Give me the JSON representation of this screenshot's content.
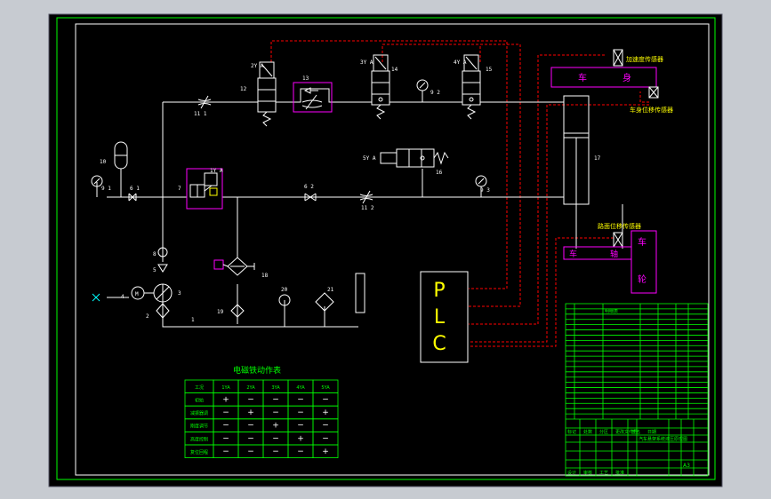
{
  "drawing": {
    "colors": {
      "background": "#000000",
      "frame": "#00ff00",
      "line": "#ffffff",
      "plc": "#ffff00",
      "signal": "#ff0000",
      "sensor_box": "#ff00ff",
      "table_grid": "#00ff00",
      "label_green": "#00ff00",
      "label_yellow": "#ffff00"
    },
    "plc": {
      "letters": [
        "P",
        "L",
        "C"
      ]
    },
    "valve_labels": {
      "v12": "12",
      "v13": "13",
      "v14": "14",
      "v15": "15",
      "v16": "16",
      "v17": "17",
      "v10": "10",
      "v9_1": "9 1",
      "v9_2": "9 2",
      "v9_3": "9 3",
      "v6_1": "6 1",
      "v6_2": "6 2",
      "v11_1": "11 1",
      "v11_2": "11 2",
      "v7": "7",
      "v8": "8",
      "v5": "5",
      "v4": "4",
      "v3": "3",
      "v2": "2",
      "v1": "1",
      "v18": "18",
      "v19": "19",
      "v20": "20",
      "v21": "21",
      "s2YA": "2Y A",
      "s3YA": "3Y A",
      "s4YA": "4Y A",
      "s1YA": "1Y A",
      "s5YA": "5Y A",
      "motor": "M"
    },
    "sensors": {
      "accel": "加速度传感器",
      "body_disp": "车身位移传感器",
      "road_disp": "路面位移传感器"
    },
    "blocks": {
      "car_body": [
        "车",
        "身"
      ],
      "car_axle": [
        "车",
        "轴"
      ],
      "wheel": [
        "车",
        "轮"
      ]
    },
    "action_table": {
      "title": "电磁铁动作表",
      "headers": [
        "工况",
        "1YA",
        "2YA",
        "3YA",
        "4YA",
        "5YA"
      ],
      "rows": [
        [
          "初始",
          "+",
          "−",
          "−",
          "−",
          "−"
        ],
        [
          "减振器调",
          "−",
          "+",
          "−",
          "−",
          "+"
        ],
        [
          "刚度调节",
          "−",
          "−",
          "+",
          "−",
          "−"
        ],
        [
          "高度控制",
          "−",
          "−",
          "−",
          "+",
          "−"
        ],
        [
          "复位回程",
          "−",
          "−",
          "−",
          "−",
          "+"
        ]
      ]
    },
    "title_block": {
      "bom_title": "明细表",
      "parts_count": 22,
      "title_labels": [
        "标记",
        "处数",
        "分区",
        "更改文件号",
        "签名",
        "日期"
      ],
      "design_title": "汽车悬架系统液压原理图",
      "scale": "A3",
      "bottom_labels": [
        "设计",
        "审核",
        "工艺",
        "批准"
      ]
    }
  }
}
